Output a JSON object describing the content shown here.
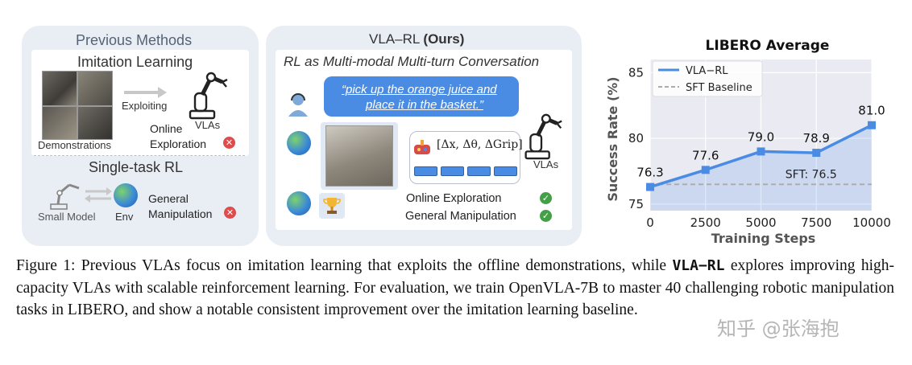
{
  "previous_methods": {
    "title": "Previous Methods",
    "imitation_title": "Imitation Learning",
    "demonstrations": "Demonstrations",
    "exploiting": "Exploiting",
    "vlas": "VLAs",
    "online": "Online",
    "exploration": "Exploration",
    "single_task_title": "Single-task RL",
    "small_model": "Small Model",
    "env": "Env",
    "general": "General",
    "manipulation": "Manipulation"
  },
  "vla_rl": {
    "title_name": "VLA–RL",
    "title_suffix": "(Ours)",
    "subtitle": "RL as Multi-modal Multi-turn Conversation",
    "instruction_line1": "“pick up the orange juice and",
    "instruction_line2": "place it in the basket.”",
    "action_tokens": "Δx, Δθ, ΔGrip",
    "vlas": "VLAs",
    "online_exploration": "Online Exploration",
    "general_manipulation": "General Manipulation"
  },
  "chart_data": {
    "type": "line",
    "title": "LIBERO Average",
    "xlabel": "Training Steps",
    "ylabel": "Success Rate (%)",
    "x": [
      0,
      2500,
      5000,
      7500,
      10000
    ],
    "xticks": [
      "0",
      "2500",
      "5000",
      "7500",
      "10000"
    ],
    "yticks": [
      "75",
      "80",
      "85"
    ],
    "xlim": [
      0,
      10000
    ],
    "ylim": [
      74.5,
      86
    ],
    "series": [
      {
        "name": "VLA−RL",
        "values": [
          76.3,
          77.6,
          79.0,
          78.9,
          81.0
        ],
        "labels": [
          "76.3",
          "77.6",
          "79.0",
          "78.9",
          "81.0"
        ],
        "color": "#4a8ce4"
      }
    ],
    "baseline": {
      "name": "SFT Baseline",
      "value": 76.5,
      "label": "SFT: 76.5",
      "color": "#aaaaaa"
    },
    "legend": "top-left",
    "grid": true
  },
  "caption": {
    "part1": "Figure 1: Previous VLAs focus on imitation learning that exploits the offline demonstrations, while ",
    "method": "VLA−RL",
    "part2": " explores improving high-capacity VLAs with scalable reinforcement learning. For evaluation, we train OpenVLA-7B to master 40 challenging robotic manipulation tasks in LIBERO, and show a notable consistent improvement over the imitation learning baseline."
  },
  "watermark": "知乎 @张海抱",
  "colors": {
    "panel": "#e9eef5",
    "accent": "#4a8ce4",
    "good": "#43a047",
    "bad": "#e04b4b"
  }
}
